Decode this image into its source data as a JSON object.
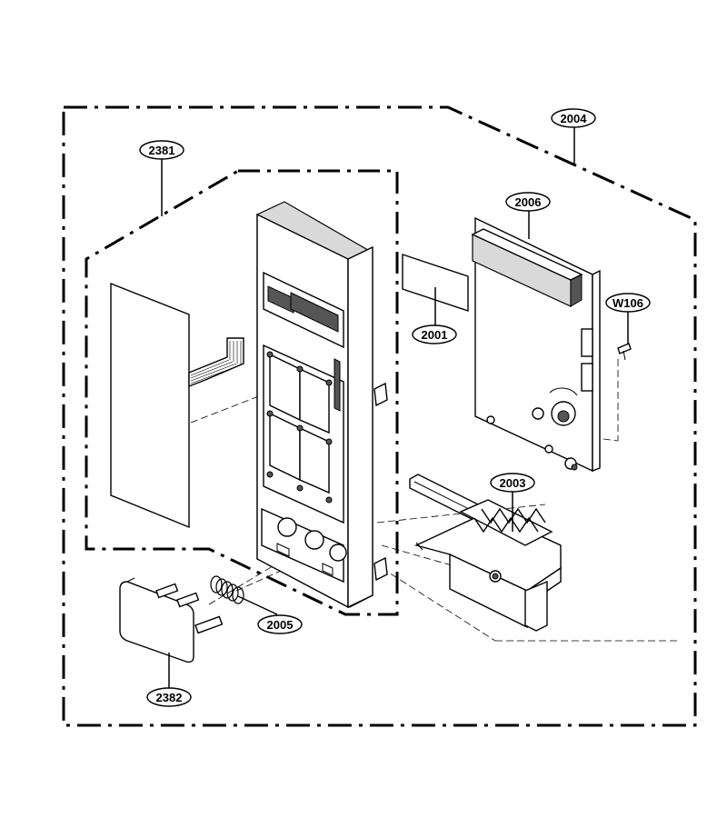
{
  "diagram": {
    "callouts": {
      "c2004": "2004",
      "c2381": "2381",
      "c2006": "2006",
      "cW106": "W106",
      "c2001": "2001",
      "c2003": "2003",
      "c2005": "2005",
      "c2382": "2382"
    }
  }
}
